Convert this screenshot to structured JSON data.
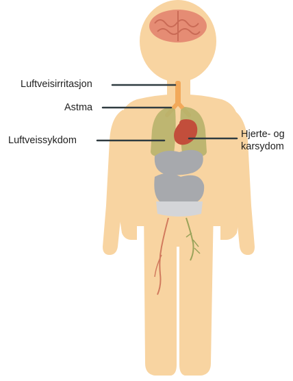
{
  "labels": {
    "airway_irritation": "Luftveisirritasjon",
    "asthma": "Astma",
    "respiratory_disease": "Luftveissykdom",
    "heart_disease_line1": "Hjerte- og",
    "heart_disease_line2": "karsydom"
  },
  "colors": {
    "skin": "#f8d4a1",
    "brain": "#e58c74",
    "lungs": "#b8b36c",
    "heart": "#c24e3b",
    "organs": "#a7a9ad",
    "bladder": "#d4d5d8",
    "vessel_red": "#d17a5d",
    "vessel_green": "#9aa35a",
    "trachea": "#f2a95a",
    "leader_line": "#2f3b40"
  }
}
